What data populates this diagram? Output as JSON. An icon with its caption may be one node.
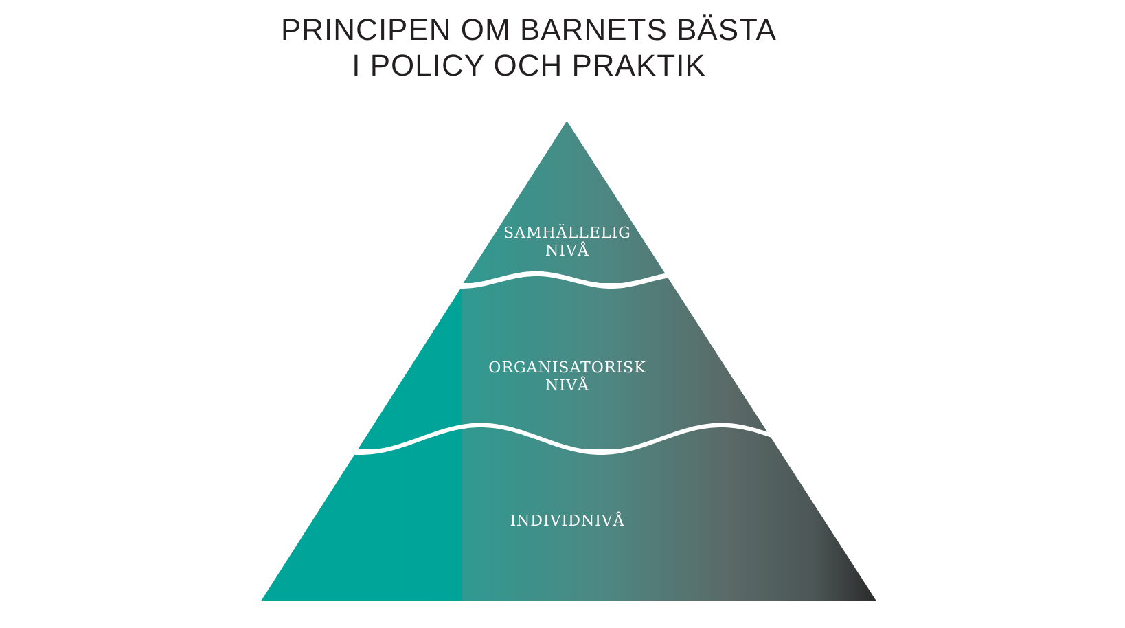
{
  "diagram": {
    "title": "PRINCIPEN OM BARNETS BÄSTA I POLICY OCH PRAKTIK",
    "nodes": [
      {
        "text": [
          "SAMHÄLLELIG NIVÅ"
        ]
      },
      {
        "text": [
          "ORGANISATORISK NIVÅ"
        ]
      },
      {
        "text": [
          "INDIVIDNIVÅ"
        ]
      }
    ]
  }
}
